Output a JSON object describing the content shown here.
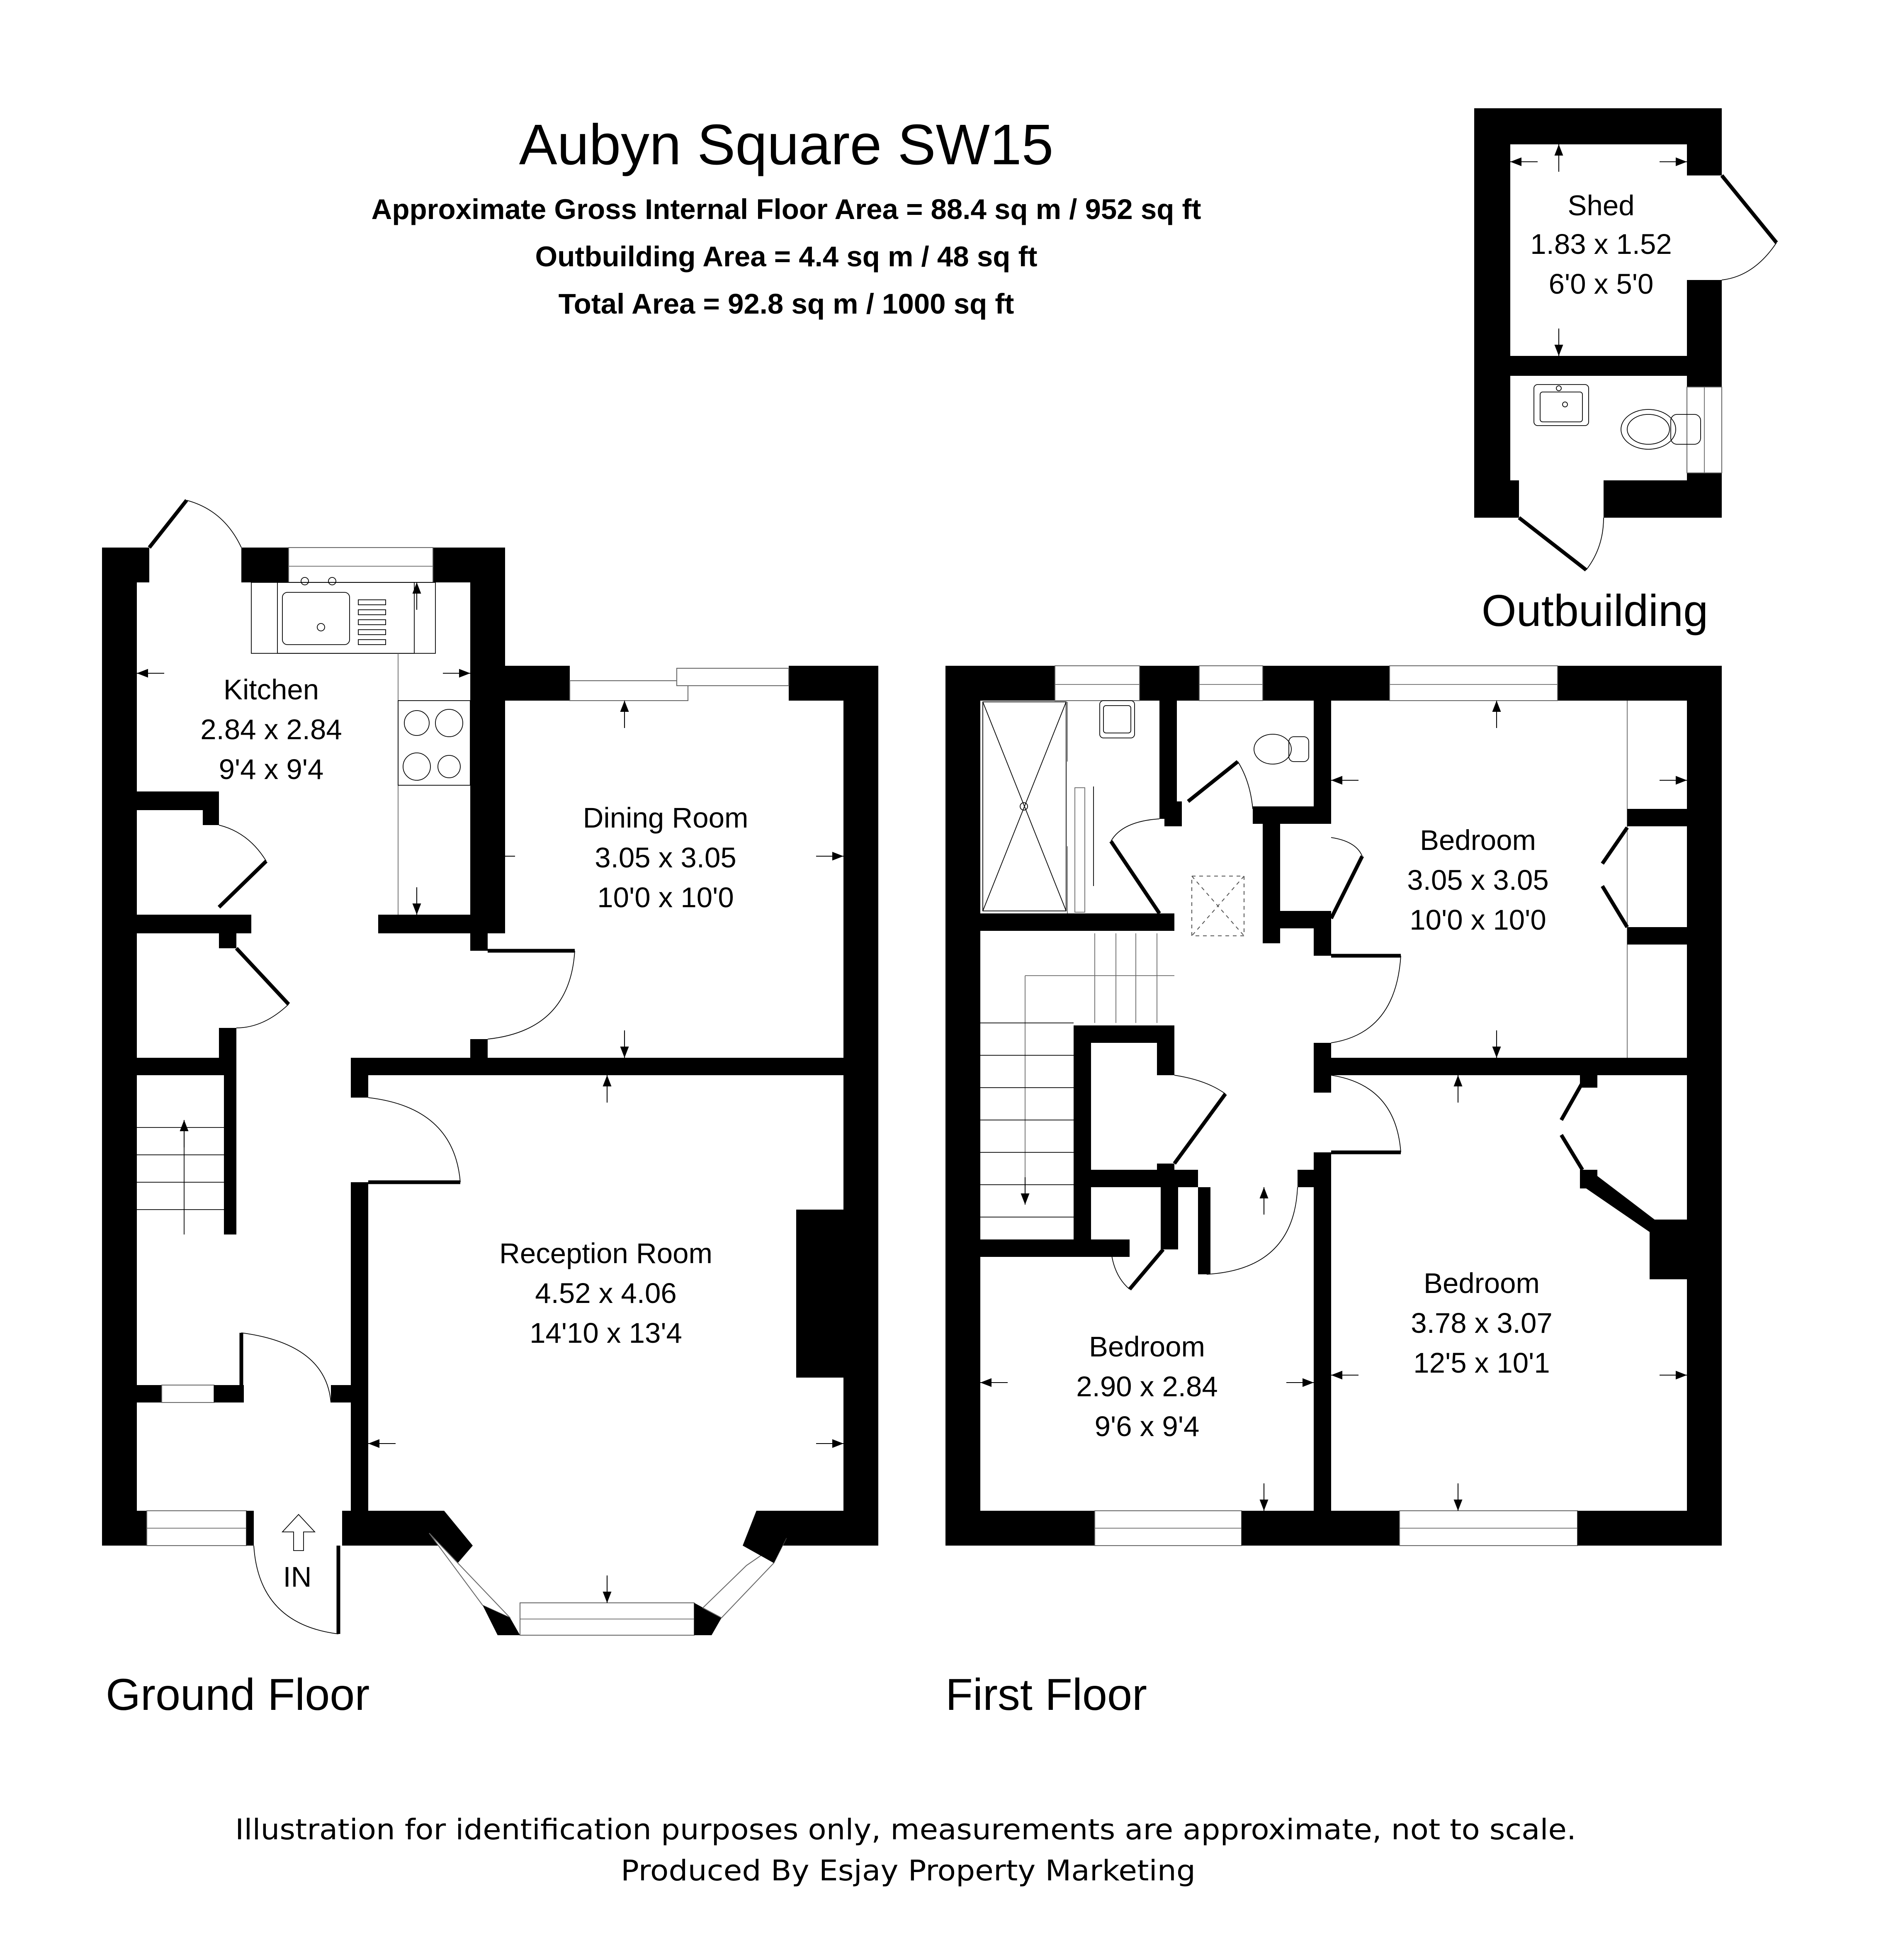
{
  "header": {
    "title": "Aubyn Square SW15",
    "gross_internal_area": "Approximate Gross Internal Floor Area = 88.4 sq m / 952 sq ft",
    "outbuilding_area": "Outbuilding Area = 4.4 sq m / 48 sq ft",
    "total_area": "Total Area = 92.8 sq m / 1000 sq ft"
  },
  "floors": {
    "ground": {
      "label": "Ground Floor",
      "entrance_label": "IN",
      "rooms": [
        {
          "name": "Kitchen",
          "metric": "2.84 x 2.84",
          "imperial": "9'4 x 9'4"
        },
        {
          "name": "Dining Room",
          "metric": "3.05 x 3.05",
          "imperial": "10'0 x 10'0"
        },
        {
          "name": "Reception Room",
          "metric": "4.52 x 4.06",
          "imperial": "14'10 x 13'4"
        }
      ]
    },
    "first": {
      "label": "First Floor",
      "rooms": [
        {
          "name": "Bedroom",
          "metric": "3.05 x 3.05",
          "imperial": "10'0 x 10'0"
        },
        {
          "name": "Bedroom",
          "metric": "2.90 x 2.84",
          "imperial": "9'6 x 9'4"
        },
        {
          "name": "Bedroom",
          "metric": "3.78 x 3.07",
          "imperial": "12'5 x 10'1"
        }
      ]
    },
    "outbuilding": {
      "label": "Outbuilding",
      "rooms": [
        {
          "name": "Shed",
          "metric": "1.83 x 1.52",
          "imperial": "6'0 x 5'0"
        }
      ]
    }
  },
  "footer": {
    "disclaimer": "Illustration for identification purposes only, measurements are approximate, not to scale.",
    "credit": "Produced By Esjay Property Marketing"
  },
  "colors": {
    "wall": "#000000",
    "background": "#ffffff",
    "fixture_line": "#666666"
  }
}
